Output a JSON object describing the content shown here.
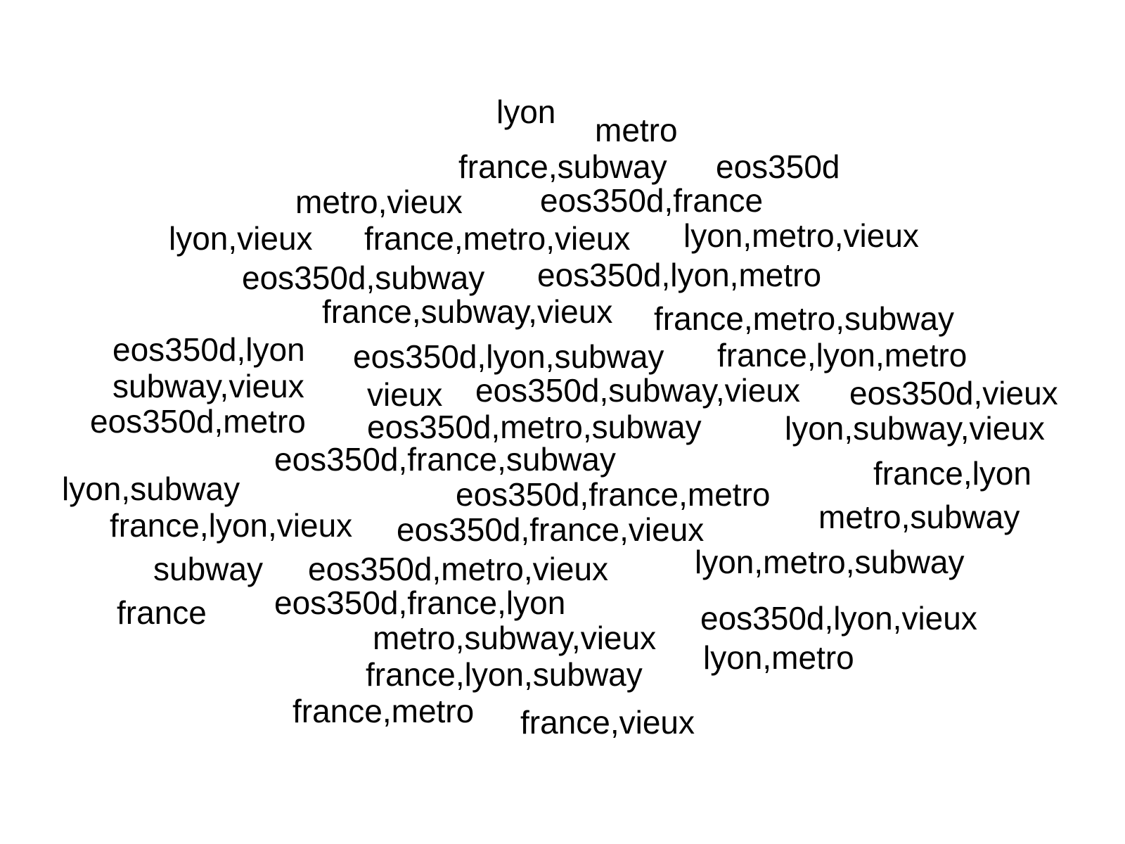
{
  "word_cloud": {
    "text_color": "#000000",
    "background_color": "#ffffff",
    "words": [
      "lyon",
      "metro",
      "france,subway",
      "eos350d",
      "metro,vieux",
      "eos350d,france",
      "lyon,vieux",
      "france,metro,vieux",
      "lyon,metro,vieux",
      "eos350d,subway",
      "eos350d,lyon,metro",
      "france,subway,vieux",
      "france,metro,subway",
      "eos350d,lyon",
      "eos350d,lyon,subway",
      "france,lyon,metro",
      "subway,vieux",
      "vieux",
      "eos350d,subway,vieux",
      "eos350d,vieux",
      "eos350d,metro",
      "eos350d,metro,subway",
      "lyon,subway,vieux",
      "eos350d,france,subway",
      "france,lyon",
      "lyon,subway",
      "eos350d,france,metro",
      "metro,subway",
      "france,lyon,vieux",
      "eos350d,france,vieux",
      "subway",
      "eos350d,metro,vieux",
      "lyon,metro,subway",
      "france",
      "eos350d,france,lyon",
      "eos350d,lyon,vieux",
      "metro,subway,vieux",
      "lyon,metro",
      "france,lyon,subway",
      "france,metro",
      "france,vieux"
    ]
  }
}
